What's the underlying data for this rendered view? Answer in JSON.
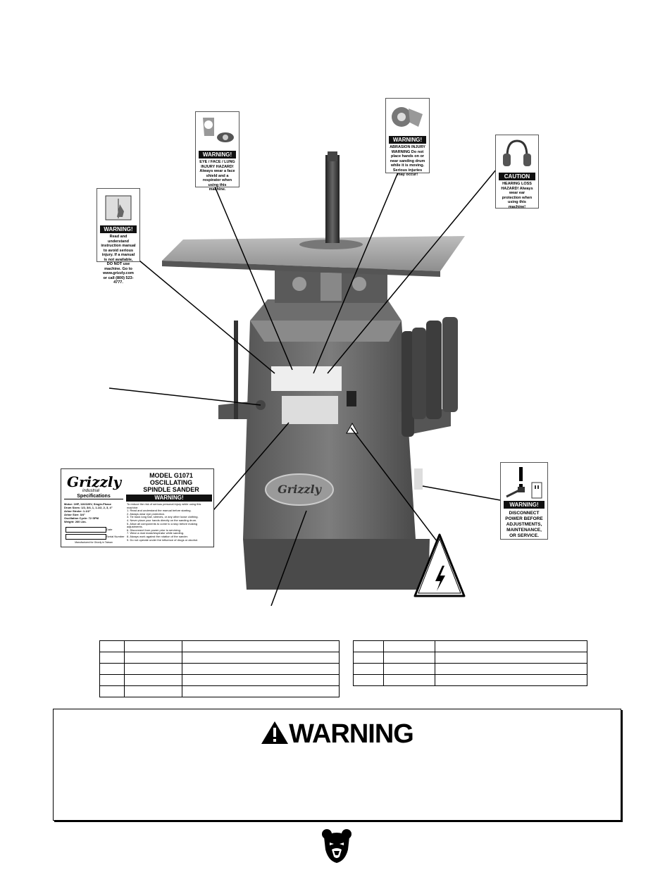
{
  "labels": {
    "manual": {
      "header": "WARNING!",
      "text": "Read and understand instruction manual to avoid serious injury. If a manual is not available, DO NOT use machine. Go to www.grizzly.com or call (800) 523-4777."
    },
    "eye": {
      "header": "WARNING!",
      "text": "EYE / FACE / LUNG INJURY HAZARD! Always wear a face shield and a respirator when using this machine."
    },
    "abrasion": {
      "header": "WARNING!",
      "text": "ABRASION INJURY WARNING Do not place hands on or near sanding drum while it is moving. Serious injuries may occur!"
    },
    "hearing": {
      "header": "CAUTION",
      "text": "HEARING LOSS HAZARD! Always wear ear protection when using this machine!"
    },
    "disconnect": {
      "header": "WARNING!",
      "text": "DISCONNECT POWER BEFORE ADJUSTMENTS, MAINTENANCE, OR SERVICE."
    }
  },
  "machine_label": {
    "brand": "Grizzly",
    "brand_sub": "industrial",
    "model_line1": "MODEL G1071",
    "model_line2": "OSCILLATING",
    "model_line3": "SPINDLE SANDER",
    "specs_title": "Specifications",
    "specs": [
      "Motor: 1HP, 110/220V, Single-Phase",
      "Drum Sizes: 1/2, 3/4, 1, 1-1/2, 2, 3, 4\"",
      "Arbor Stroke: 1-1/2\"",
      "Arbor Size: 3/4\"",
      "Oscillation Cycle: 72 SPM",
      "Weight: 260 Lbs."
    ],
    "date_label": "Date",
    "serial_label": "Serial Number",
    "made_in": "Manufactured for Grizzly in Taiwan",
    "warning_header": "WARNING!",
    "warning_intro": "To reduce the risk of serious personal injury while using this machine:",
    "warnings": [
      "1. Read and understand the manual before starting.",
      "2. Always wear eye protection.",
      "3. Tie back long hair, sleeves, or any other loose clothing.",
      "4. Never place your hands directly on the sanding drum.",
      "5. Allow all components to come to a stop before making adjustments.",
      "6. Disconnect from power prior to servicing.",
      "7. Wear a dust mask/respirator while sanding.",
      "8. Always work against the rotation of the sander.",
      "9. Do not operate under the influence of drugs or alcohol."
    ]
  },
  "nameplate": "Grizzly",
  "warning": {
    "title": "WARNING"
  },
  "colors": {
    "machine_body": "#7a7a7a",
    "machine_dark": "#3a3a3a",
    "table_top": "#a8a8a8",
    "label_black": "#111111"
  }
}
